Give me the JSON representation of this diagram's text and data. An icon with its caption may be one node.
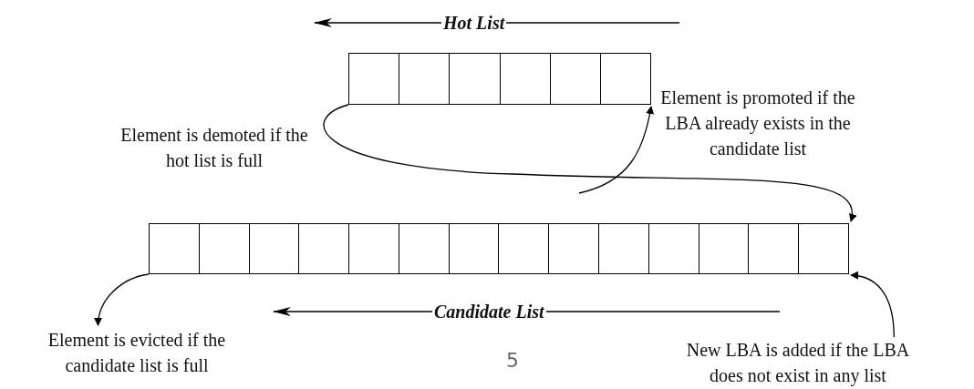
{
  "diagram": {
    "nodes": [
      {
        "text": [],
        "shape": "bar"
      },
      {
        "text": [],
        "shape": "bar"
      },
      {
        "text": [
          "Element is evicted if the candidate list is full"
        ]
      },
      {
        "text": [
          "New LBA is added if the LBA does not exist in any list"
        ]
      }
    ],
    "edges": [
      {
        "from": 0,
        "to": 1,
        "arrow": "to"
      },
      {
        "from": null,
        "to": 0,
        "arrow": "to"
      },
      {
        "from": 1,
        "to": 2,
        "arrow": "to"
      },
      {
        "from": 3,
        "to": 1,
        "arrow": "to"
      }
    ],
    "labels": [
      "Hot List",
      "Element is demoted if the hot list is full",
      "Element is promoted if the LBA already exists in the candidate list",
      "Candidate List",
      "5"
    ]
  }
}
